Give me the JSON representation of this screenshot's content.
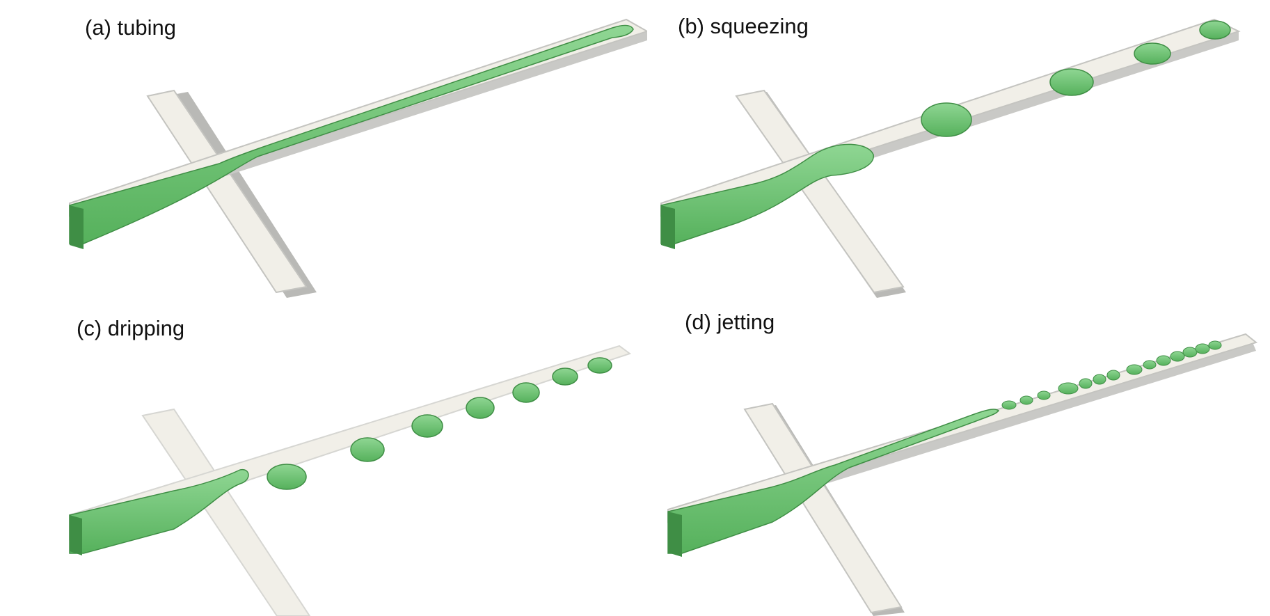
{
  "figure": {
    "panels": [
      {
        "id": "a",
        "label": "(a) tubing"
      },
      {
        "id": "b",
        "label": "(b) squeezing"
      },
      {
        "id": "c",
        "label": "(c) dripping"
      },
      {
        "id": "d",
        "label": "(d) jetting"
      }
    ],
    "colors": {
      "channel_fill": "#f1efe8",
      "channel_edge": "#b9b9b6",
      "fluid": "#66c16c",
      "fluid_dark": "#3f8e45",
      "fluid_light": "#8fd693"
    }
  }
}
